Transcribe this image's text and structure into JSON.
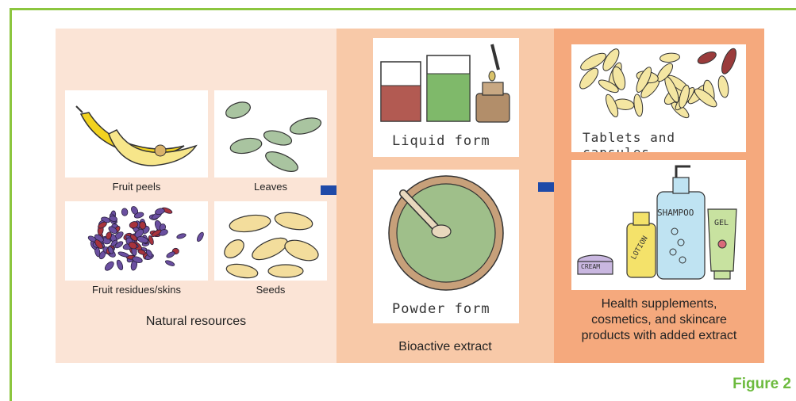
{
  "sections": {
    "natural_resources": {
      "title": "Natural resources",
      "items": [
        {
          "label": "Fruit peels"
        },
        {
          "label": "Leaves"
        },
        {
          "label": "Fruit residues/skins"
        },
        {
          "label": "Seeds"
        }
      ]
    },
    "bioactive_extract": {
      "title": "Bioactive extract",
      "liquid_label": "Liquid form",
      "powder_label": "Powder form"
    },
    "products": {
      "tablets_label": "Tablets and capsules",
      "title_lines": [
        "Health supplements,",
        "cosmetics, and skincare",
        "products with added extract"
      ],
      "shampoo_label": "SHAMPOO",
      "lotion_label": "LOTION",
      "cream_label": "CREAM",
      "gel_label": "GEL"
    }
  },
  "figure_label": "Figure 2",
  "colors": {
    "panel1": "#fbe4d6",
    "panel2": "#f8c9a8",
    "panel3": "#f5a97d",
    "arrow": "#1f4aa8",
    "frame": "#8cc63f",
    "figure_label": "#6dbb3f"
  }
}
